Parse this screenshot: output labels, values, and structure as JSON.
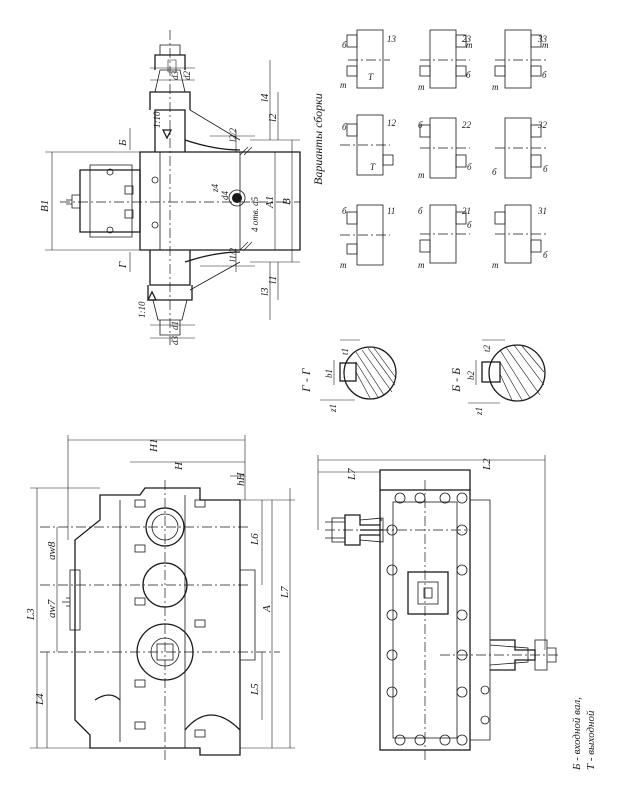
{
  "legend": {
    "line1": "Б - входной вал,",
    "line2": "Т - выходной"
  },
  "assembly_variants": {
    "title": "Варианты сборки",
    "numbers": [
      "11",
      "12",
      "13",
      "21",
      "22",
      "23",
      "31",
      "32",
      "33"
    ],
    "shaft_marks": {
      "input": "Б",
      "output": "Т"
    }
  },
  "sections": {
    "g": {
      "title": "Г - Г",
      "dims": [
        "t1",
        "b1",
        "z1"
      ]
    },
    "b": {
      "title": "Б - Б",
      "dims": [
        "t2",
        "b2",
        "z1"
      ]
    }
  },
  "plan_view": {
    "labels": [
      "B1",
      "A1",
      "B",
      "4 отв. d5",
      "d4",
      "z4",
      "l1",
      "l2",
      "l3",
      "l4",
      "l1/2",
      "l2/2",
      "d1",
      "d2",
      "d3",
      "Б",
      "Г",
      "1:10",
      "1:10"
    ]
  },
  "side_view": {
    "labels": [
      "L3",
      "L4",
      "aw8",
      "aw7",
      "H",
      "hH",
      "H1",
      "L6",
      "L5",
      "A",
      "L7"
    ]
  },
  "front_view": {
    "labels": [
      "L7",
      "L2"
    ]
  }
}
